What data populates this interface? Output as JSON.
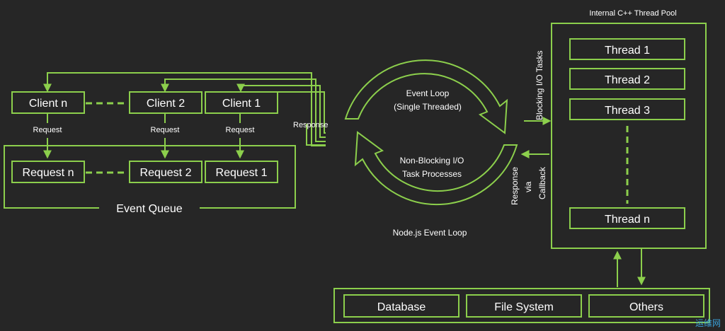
{
  "clients": [
    "Client n",
    "Client 2",
    "Client 1"
  ],
  "request_label": "Request",
  "requests": [
    "Request n",
    "Request 2",
    "Request 1"
  ],
  "event_queue": "Event Queue",
  "response_label": "Response",
  "event_loop": {
    "top_line1": "Event Loop",
    "top_line2": "(Single Threaded)",
    "bottom_line1": "Non-Blocking I/O",
    "bottom_line2": "Task Processes",
    "caption": "Node.js Event Loop"
  },
  "blocking_tasks": "Blocking I/O Tasks",
  "response_via_callback": [
    "Response",
    "via",
    "Callback"
  ],
  "thread_pool": {
    "title": "Internal C++ Thread Pool",
    "threads": [
      "Thread 1",
      "Thread 2",
      "Thread 3",
      "Thread n"
    ]
  },
  "resources": [
    "Database",
    "File System",
    "Others"
  ],
  "watermark": "运维网",
  "colors": {
    "accent": "#8ccf4c",
    "background": "#262626",
    "text": "#ffffff"
  }
}
